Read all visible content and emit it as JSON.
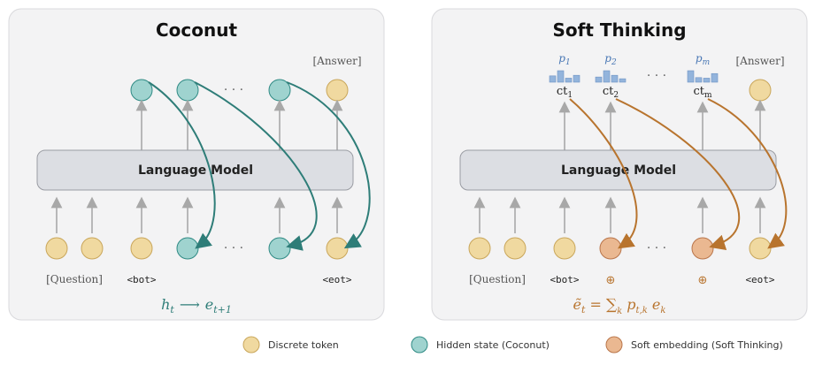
{
  "colors": {
    "discrete": "#f0d9a0",
    "discrete_stroke": "#c9a65a",
    "hidden": "#9fd3cf",
    "hidden_stroke": "#2f8a84",
    "soft": "#eab891",
    "soft_stroke": "#b9754a",
    "teal_arrow": "#2e7d78",
    "orange_arrow": "#b8742e",
    "bar": "#93b4dc"
  },
  "coconut": {
    "title": "Coconut",
    "model_label": "Language Model",
    "answer_label": "[Answer]",
    "question_label": "[Question]",
    "bot_label": "<bot>",
    "eot_label": "<eot>",
    "dots": "· · ·",
    "formula_h": "h",
    "formula_h_sub": "t",
    "formula_arrow": "⟶",
    "formula_e": "e",
    "formula_e_sub": "t+1"
  },
  "soft_thinking": {
    "title": "Soft Thinking",
    "model_label": "Language Model",
    "answer_label": "[Answer]",
    "question_label": "[Question]",
    "bot_label": "<bot>",
    "eot_label": "<eot>",
    "dots": "· · ·",
    "oplus": "⊕",
    "ct1_base": "ct",
    "ct1_sub": "1",
    "ct2_base": "ct",
    "ct2_sub": "2",
    "ctm_base": "ct",
    "ctm_sub": "m",
    "p1_base": "p",
    "p1_sub": "1",
    "p2_base": "p",
    "p2_sub": "2",
    "pm_base": "p",
    "pm_sub": "m",
    "prob_bars": [
      [
        0.55,
        1.0,
        0.35,
        0.6
      ],
      [
        0.45,
        1.0,
        0.6,
        0.3
      ],
      [
        1.0,
        0.4,
        0.35,
        0.75
      ]
    ],
    "formula_lhs": "ẽ",
    "formula_lhs_sub": "t",
    "formula_eq": " = ",
    "formula_sum": "∑",
    "formula_sum_sub": "k",
    "formula_p": " p",
    "formula_p_sub": "t,k",
    "formula_e": " e",
    "formula_e_sub": "k"
  },
  "legend": {
    "discrete": "Discrete token",
    "hidden": "Hidden state (Coconut)",
    "soft": "Soft embedding (Soft Thinking)"
  }
}
